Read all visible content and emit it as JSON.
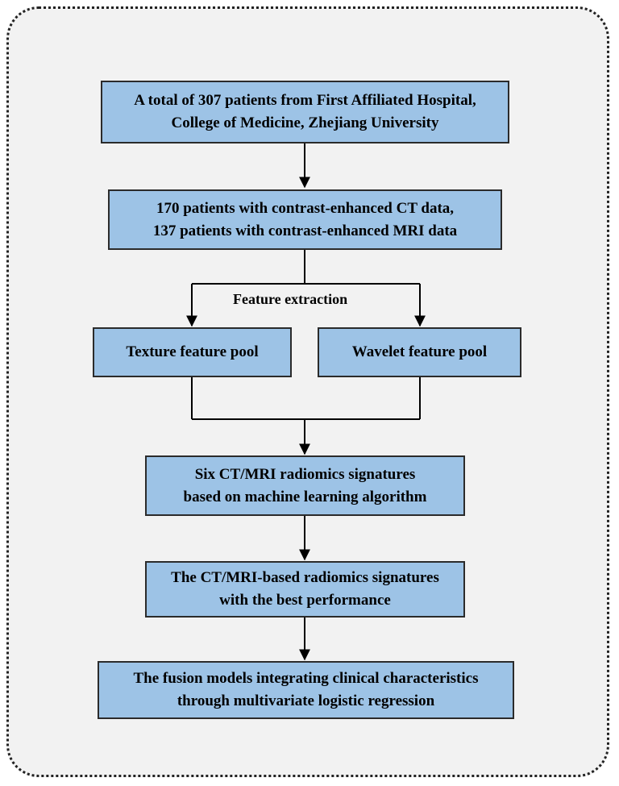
{
  "diagram": {
    "nodes": {
      "patients_total": {
        "lines": [
          "A total of 307 patients from First Affiliated Hospital,",
          "College of Medicine, Zhejiang University"
        ]
      },
      "imaging_data": {
        "lines": [
          "170 patients with contrast-enhanced CT data,",
          "137 patients with contrast-enhanced MRI data"
        ]
      },
      "texture_pool": {
        "lines": [
          "Texture feature pool"
        ]
      },
      "wavelet_pool": {
        "lines": [
          "Wavelet feature pool"
        ]
      },
      "signatures": {
        "lines": [
          "Six CT/MRI radiomics signatures",
          "based on machine learning algorithm"
        ]
      },
      "best_signatures": {
        "lines": [
          "The CT/MRI-based radiomics signatures",
          "with the best performance"
        ]
      },
      "fusion_models": {
        "lines": [
          "The fusion models integrating clinical characteristics",
          "through multivariate logistic regression"
        ]
      }
    },
    "edge_label": "Feature extraction",
    "colors": {
      "box_fill": "#9dc3e6",
      "border": "#2b2b2b",
      "background": "#f2f2f2"
    }
  }
}
